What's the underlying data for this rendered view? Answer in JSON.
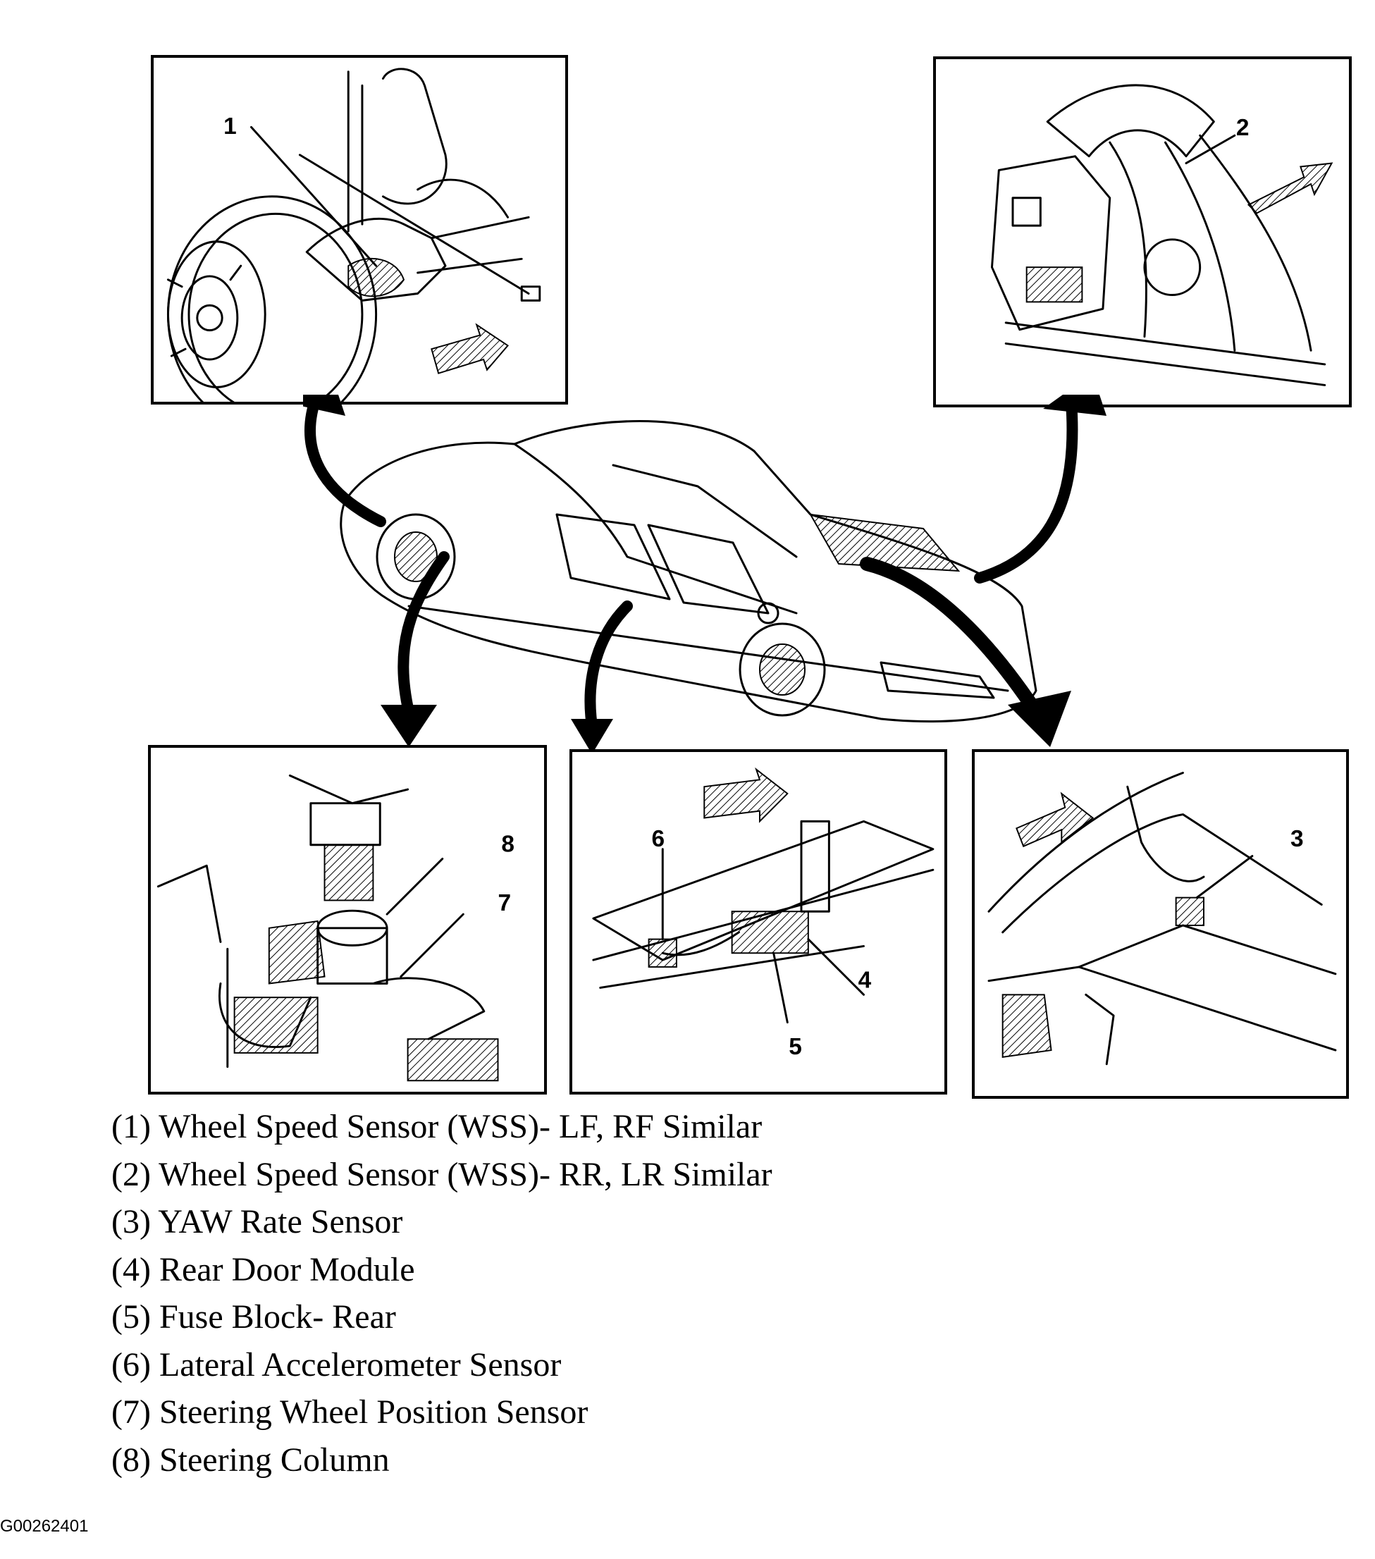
{
  "callouts": {
    "lf_wheel": "1",
    "rear_wheel": "2",
    "yaw": "3",
    "rear_door_module": "4",
    "fuse_block": "5",
    "lateral_accel": "6",
    "steering_wheel_pos": "7",
    "steering_column": "8"
  },
  "legend": [
    "(1) Wheel Speed Sensor (WSS)- LF, RF Similar",
    "(2) Wheel Speed Sensor (WSS)- RR, LR Similar",
    "(3) YAW Rate Sensor",
    "(4) Rear Door Module",
    "(5) Fuse Block- Rear",
    "(6) Lateral Accelerometer Sensor",
    "(7) Steering Wheel Position Sensor",
    "(8) Steering Column"
  ],
  "figure_id": "G00262401",
  "colors": {
    "ink": "#000000",
    "paper": "#ffffff"
  }
}
